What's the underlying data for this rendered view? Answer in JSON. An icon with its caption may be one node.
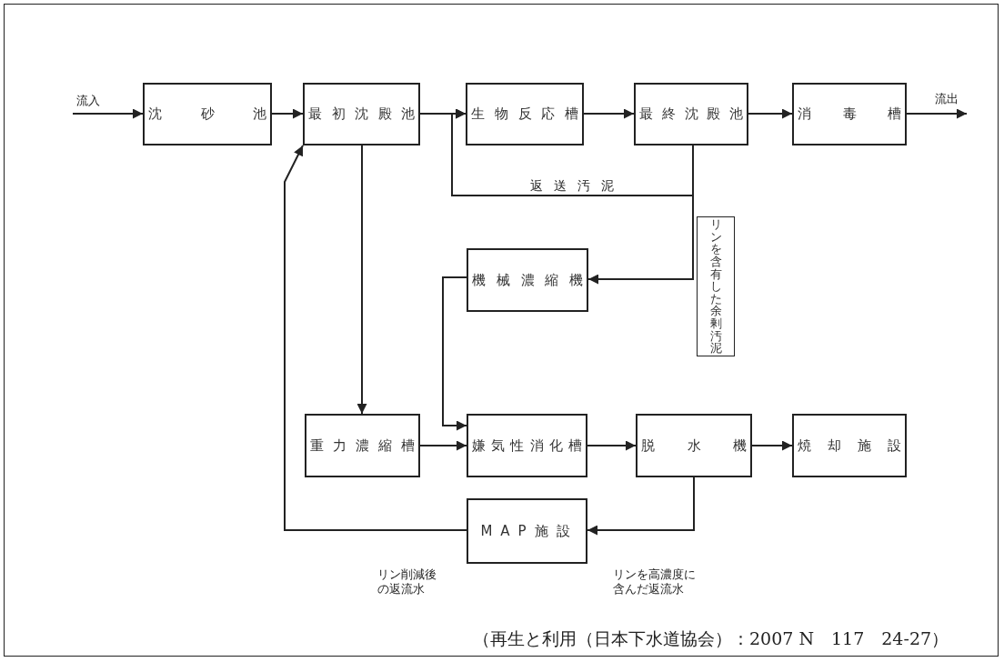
{
  "diagram": {
    "caption": "（再生と利用（日本下水道協会）：2007 N　117　24-27）",
    "nodes": [
      {
        "text": [
          "沈砂池"
        ]
      },
      {
        "text": [
          "最初沈殿池"
        ]
      },
      {
        "text": [
          "生物反応槽"
        ]
      },
      {
        "text": [
          "最終沈殿池"
        ]
      },
      {
        "text": [
          "消毒槽"
        ]
      },
      {
        "text": [
          "機械濃縮機"
        ]
      },
      {
        "text": [
          "リンを含有した余剰汚泥"
        ]
      },
      {
        "text": [
          "重力濃縮槽"
        ]
      },
      {
        "text": [
          "嫌気性消化槽"
        ]
      },
      {
        "text": [
          "脱水機"
        ]
      },
      {
        "text": [
          "焼却施設"
        ]
      },
      {
        "text": [
          "MAP施設"
        ]
      }
    ],
    "edges": [
      {
        "from": null,
        "to": 0,
        "arrow": "to",
        "label": "流入"
      },
      {
        "from": 0,
        "to": 1,
        "arrow": "to"
      },
      {
        "from": 1,
        "to": 2,
        "arrow": "to"
      },
      {
        "from": 2,
        "to": 3,
        "arrow": "to"
      },
      {
        "from": 3,
        "to": 4,
        "arrow": "to"
      },
      {
        "from": 4,
        "to": null,
        "arrow": "to",
        "label": "流出"
      },
      {
        "from": 3,
        "to": 2,
        "arrow": "to",
        "label": "返送汚泥"
      },
      {
        "from": 3,
        "to": 5,
        "arrow": "to"
      },
      {
        "from": 1,
        "to": 7,
        "arrow": "to"
      },
      {
        "from": 5,
        "to": 8,
        "arrow": "to"
      },
      {
        "from": 7,
        "to": 8,
        "arrow": "to"
      },
      {
        "from": 8,
        "to": 9,
        "arrow": "to"
      },
      {
        "from": 9,
        "to": 10,
        "arrow": "to"
      },
      {
        "from": 9,
        "to": 11,
        "arrow": "to",
        "label": "リンを高濃度に含んだ返流水"
      },
      {
        "from": 11,
        "to": 1,
        "arrow": "to",
        "label": "リン削減後の返流水"
      }
    ]
  }
}
